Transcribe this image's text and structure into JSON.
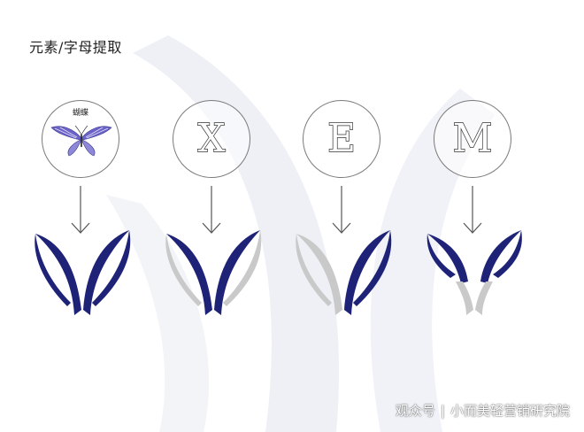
{
  "title": "元素/字母提取",
  "items": [
    {
      "type": "image",
      "caption": "蝴蝶",
      "icon": "butterfly-icon"
    },
    {
      "type": "letter",
      "letter": "X"
    },
    {
      "type": "letter",
      "letter": "E"
    },
    {
      "type": "letter",
      "letter": "M"
    }
  ],
  "footer": {
    "prefix": "观众号",
    "separator": "|",
    "name": "小而美轻营销研究院"
  },
  "colors": {
    "navy": "#1f2378",
    "gray": "#c9c9c9",
    "watermark": "#eef0f6",
    "butterfly_purple": "#6b62c9"
  }
}
